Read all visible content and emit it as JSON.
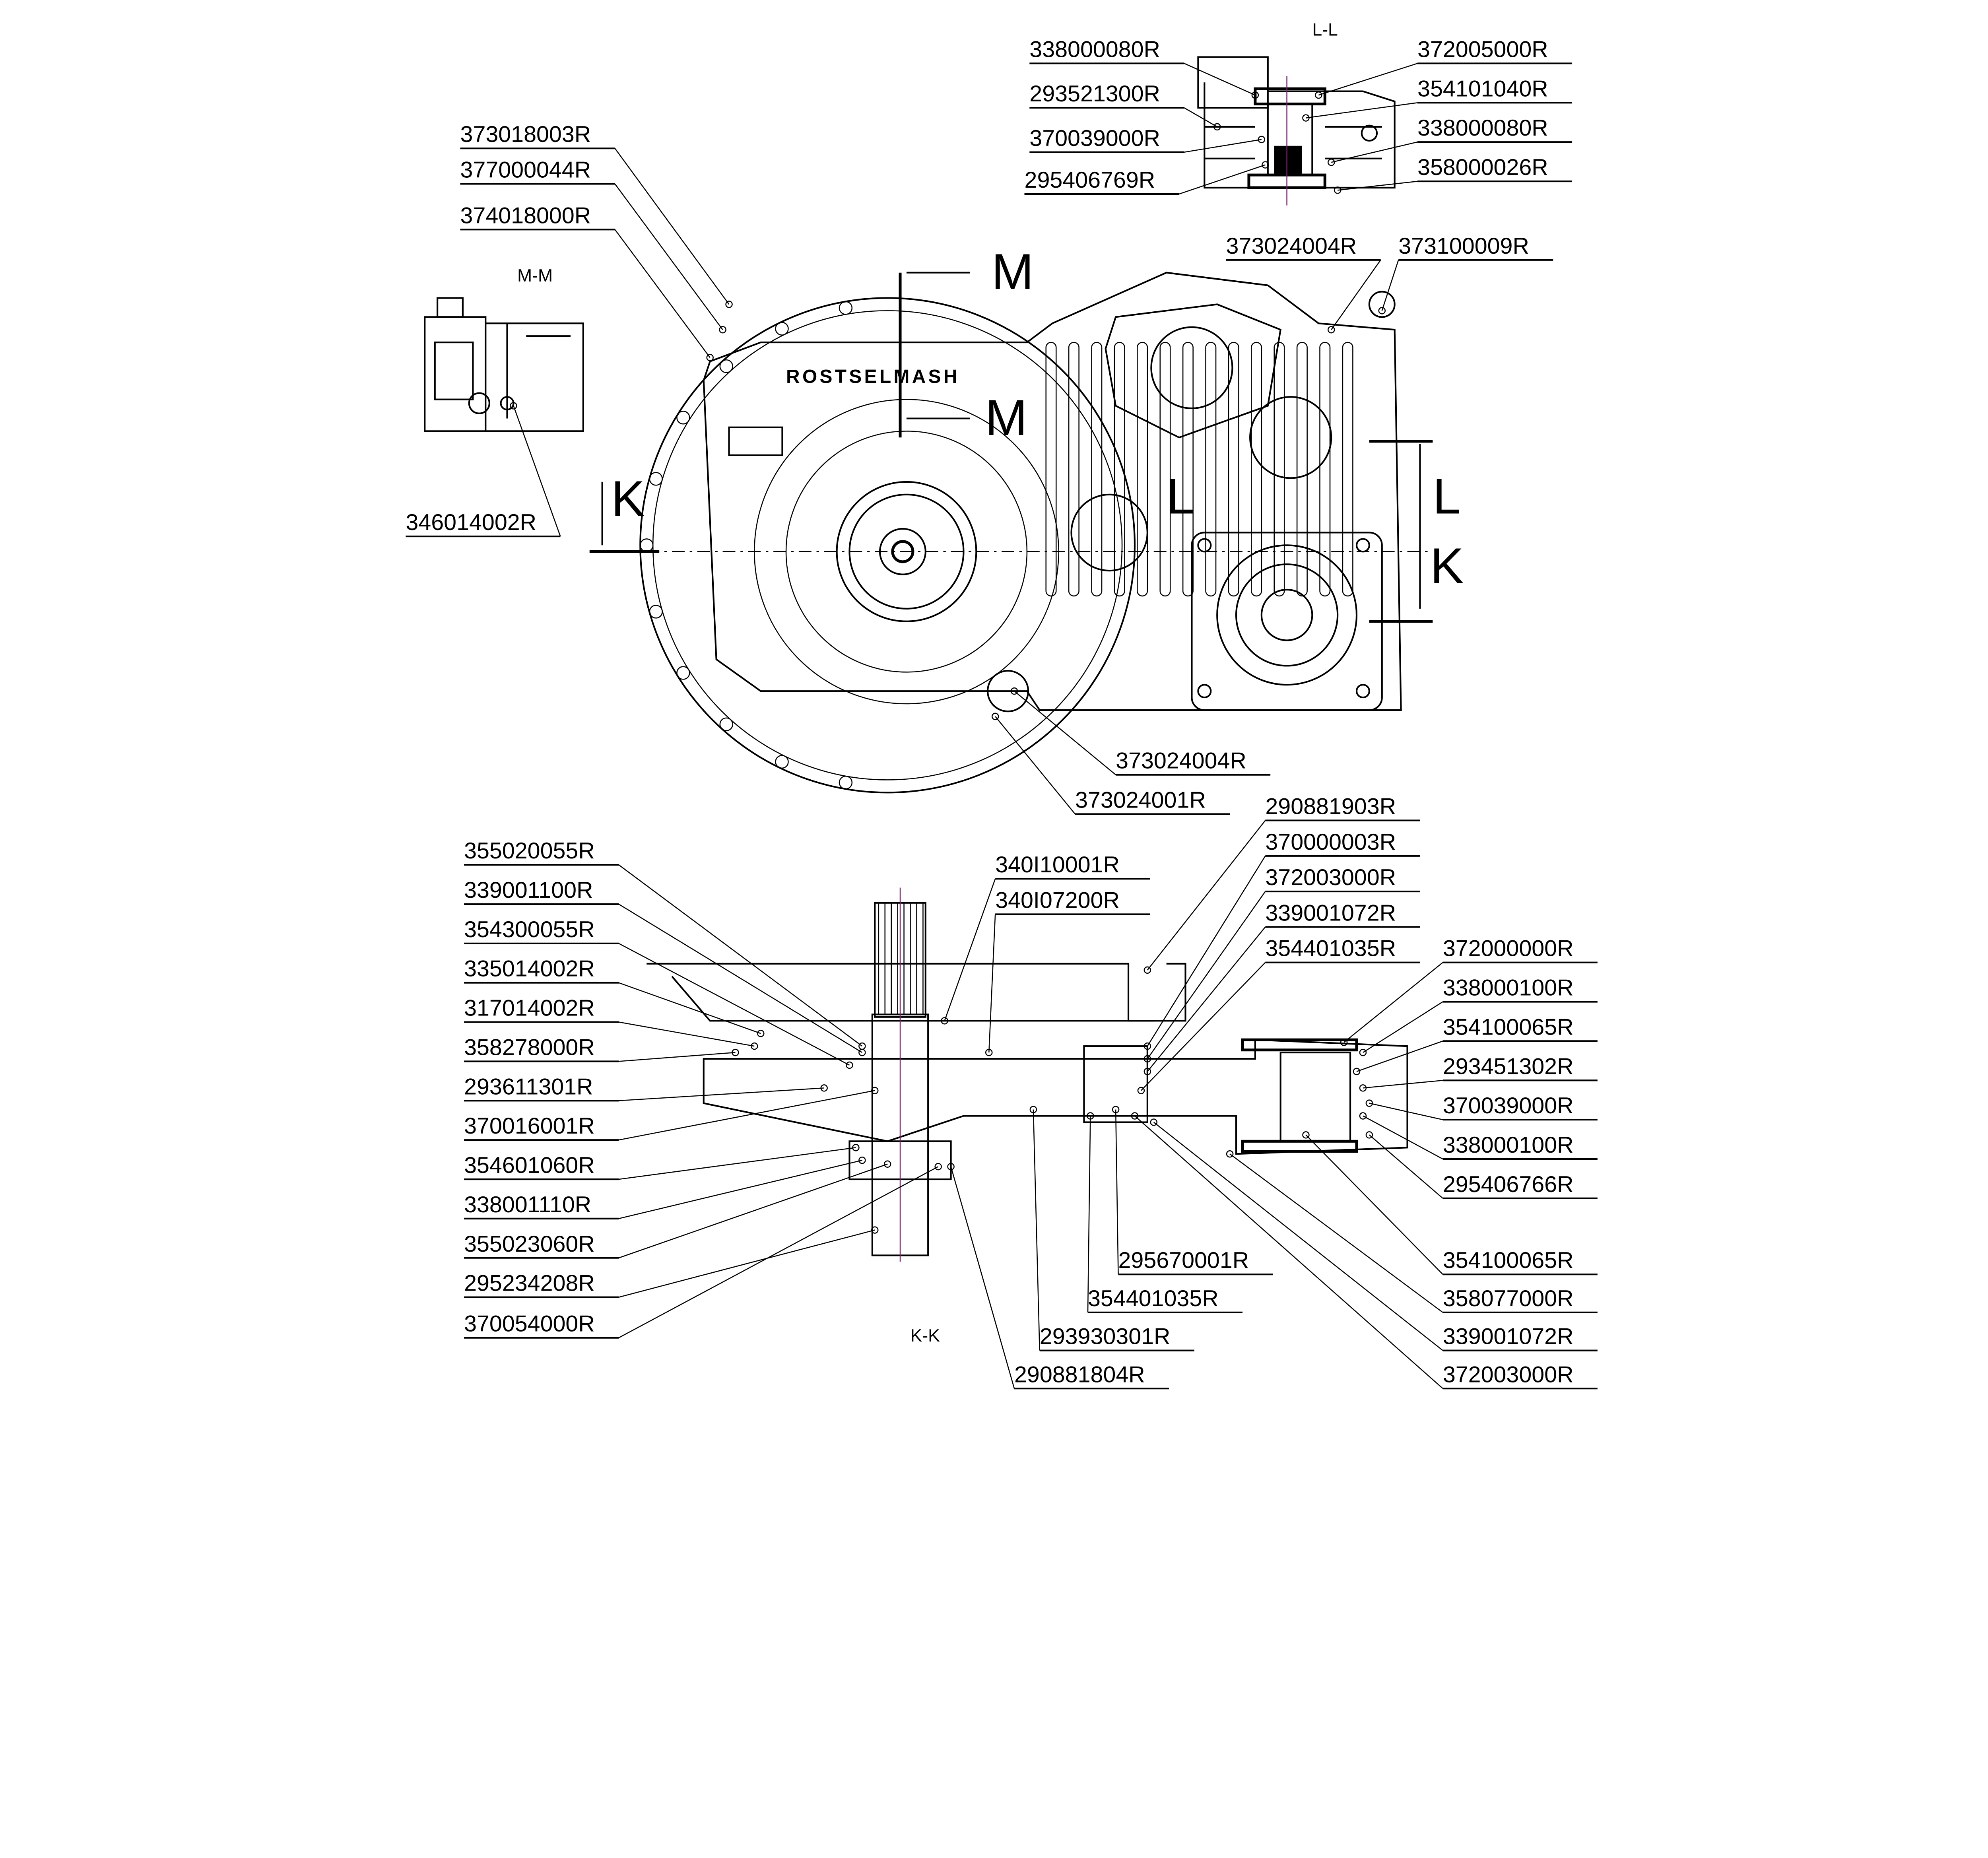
{
  "brand_text": "ROSTSELMASH",
  "colors": {
    "line": "#000000",
    "axis": "#7a1f6a",
    "background": "#ffffff"
  },
  "section_titles": {
    "ll": "L-L",
    "mm": "M-M",
    "kk": "K-K"
  },
  "section_marks": {
    "m_top": "M",
    "m_bottom": "M",
    "k_left": "K",
    "l_right": "L",
    "k_right": "K",
    "l_center": "L"
  },
  "labels": [
    "338000080R",
    "293521300R",
    "370039000R",
    "295406769R",
    "372005000R",
    "354101040R",
    "338000080R",
    "358000026R",
    "373018003R",
    "377000044R",
    "374018000R",
    "346014002R",
    "373024004R",
    "373100009R",
    "373024004R",
    "373024001R",
    "290881903R",
    "370000003R",
    "372003000R",
    "339001072R",
    "354401035R",
    "372000000R",
    "338000100R",
    "354100065R",
    "293451302R",
    "370039000R",
    "338000100R",
    "295406766R",
    "354100065R",
    "358077000R",
    "339001072R",
    "372003000R",
    "295670001R",
    "354401035R",
    "293930301R",
    "290881804R",
    "340I10001R",
    "340I07200R",
    "355020055R",
    "339001100R",
    "354300055R",
    "335014002R",
    "317014002R",
    "358278000R",
    "293611301R",
    "370016001R",
    "354601060R",
    "338001110R",
    "355023060R",
    "295234208R",
    "370054000R"
  ]
}
